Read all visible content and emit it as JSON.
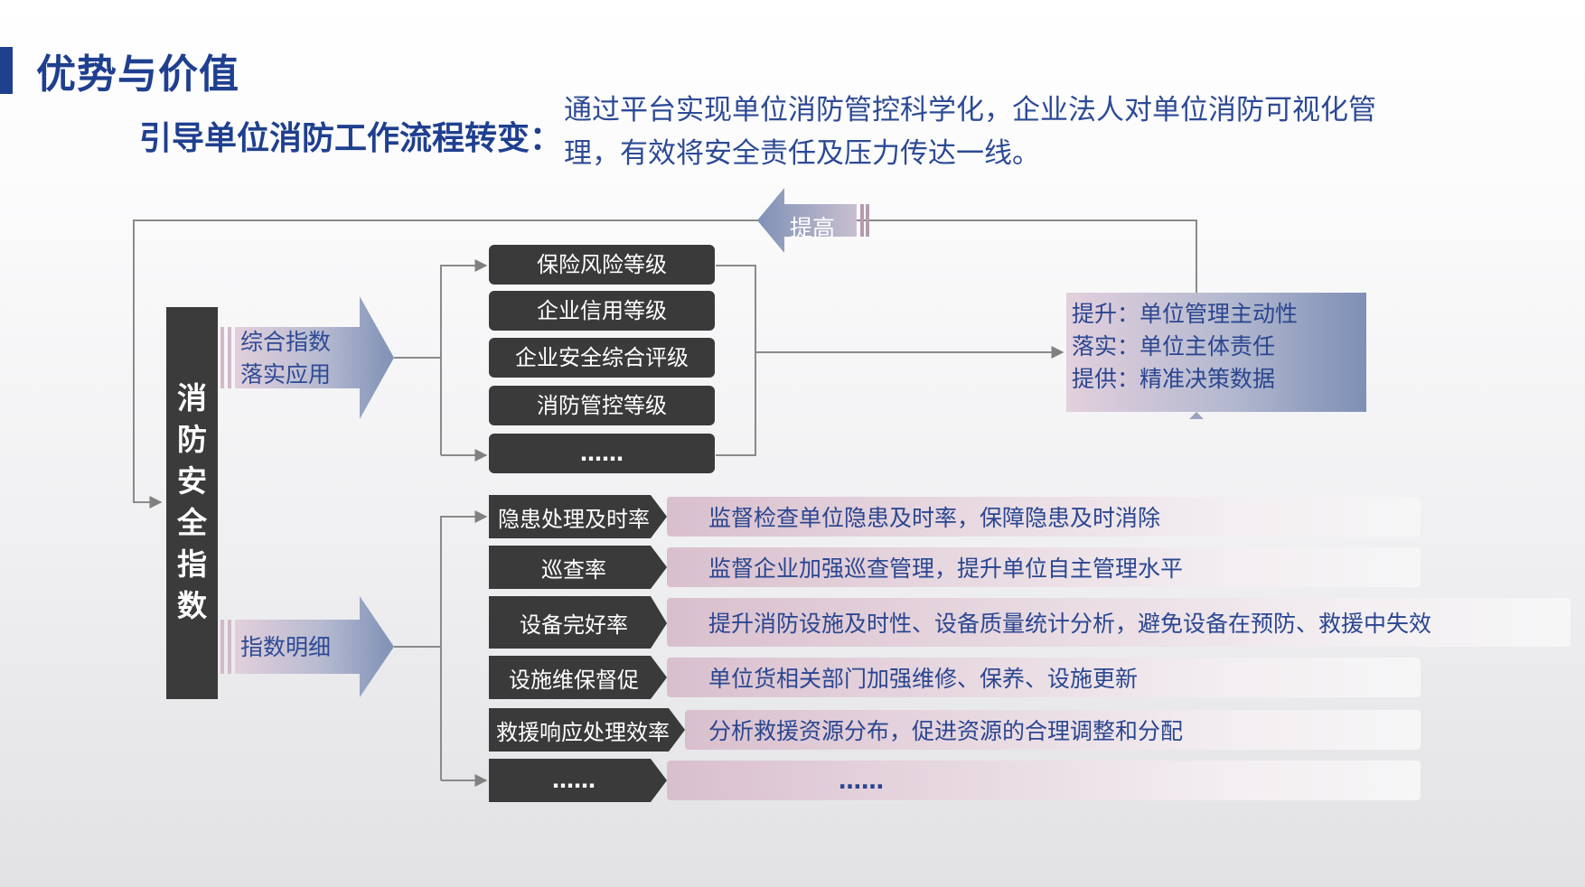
{
  "header": {
    "title": "优势与价值",
    "subtitle": "引导单位消防工作流程转变：",
    "intro": "通过平台实现单位消防管控科学化，企业法人对单位消防可视化管理，有效将安全责任及压力传达一线。"
  },
  "diagram": {
    "root": "消防安全指数",
    "feedback_label": "提高",
    "branch_top": {
      "label_line1": "综合指数",
      "label_line2": "落实应用",
      "items": [
        "保险风险等级",
        "企业信用等级",
        "企业安全综合评级",
        "消防管控等级",
        "……"
      ]
    },
    "outcome": {
      "items": [
        "提升：单位管理主动性",
        "落实：单位主体责任",
        "提供：精准决策数据"
      ]
    },
    "branch_bottom": {
      "label": "指数明细",
      "rows": [
        {
          "tag": "隐患处理及时率",
          "desc": "监督检查单位隐患及时率，保障隐患及时消除"
        },
        {
          "tag": "巡查率",
          "desc": "监督企业加强巡查管理，提升单位自主管理水平"
        },
        {
          "tag": "设备完好率",
          "desc": "提升消防设施及时性、设备质量统计分析，避免设备在预防、救援中失效"
        },
        {
          "tag": "设施维保督促",
          "desc": "单位货相关部门加强维修、保养、设施更新"
        },
        {
          "tag": "救援响应处理效率",
          "desc": "分析救援资源分布，促进资源的合理调整和分配"
        },
        {
          "tag": "……",
          "desc": "……"
        }
      ]
    },
    "colors": {
      "dark_box": "#3a3a3a",
      "accent_blue": "#1f3f8f",
      "text_blue": "#2d4a95",
      "arrow_blue": "#7f91b6",
      "arrow_pink": "#d8c3d0"
    }
  }
}
